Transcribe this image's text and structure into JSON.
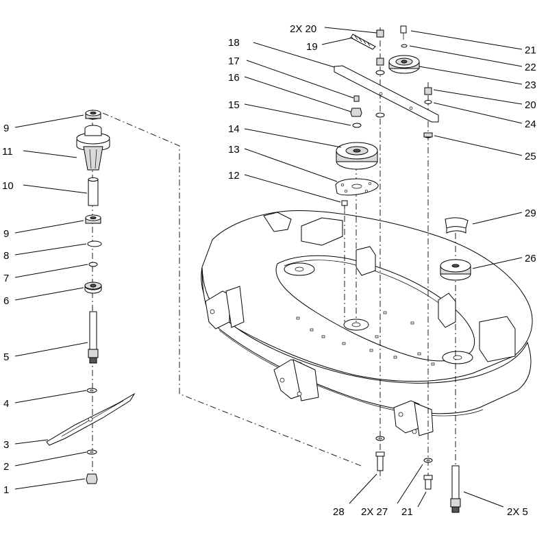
{
  "callouts": {
    "c_2x20": "2X 20",
    "c_19": "19",
    "c_18": "18",
    "c_17": "17",
    "c_16": "16",
    "c_15": "15",
    "c_14": "14",
    "c_13": "13",
    "c_12": "12",
    "c_21a": "21",
    "c_22": "22",
    "c_23": "23",
    "c_20": "20",
    "c_24": "24",
    "c_25": "25",
    "c_29": "29",
    "c_26": "26",
    "c_9a": "9",
    "c_11": "11",
    "c_10": "10",
    "c_9b": "9",
    "c_8": "8",
    "c_7": "7",
    "c_6": "6",
    "c_5": "5",
    "c_4": "4",
    "c_3": "3",
    "c_2": "2",
    "c_1": "1",
    "c_28": "28",
    "c_2x27": "2X 27",
    "c_21b": "21",
    "c_2x5": "2X 5"
  }
}
